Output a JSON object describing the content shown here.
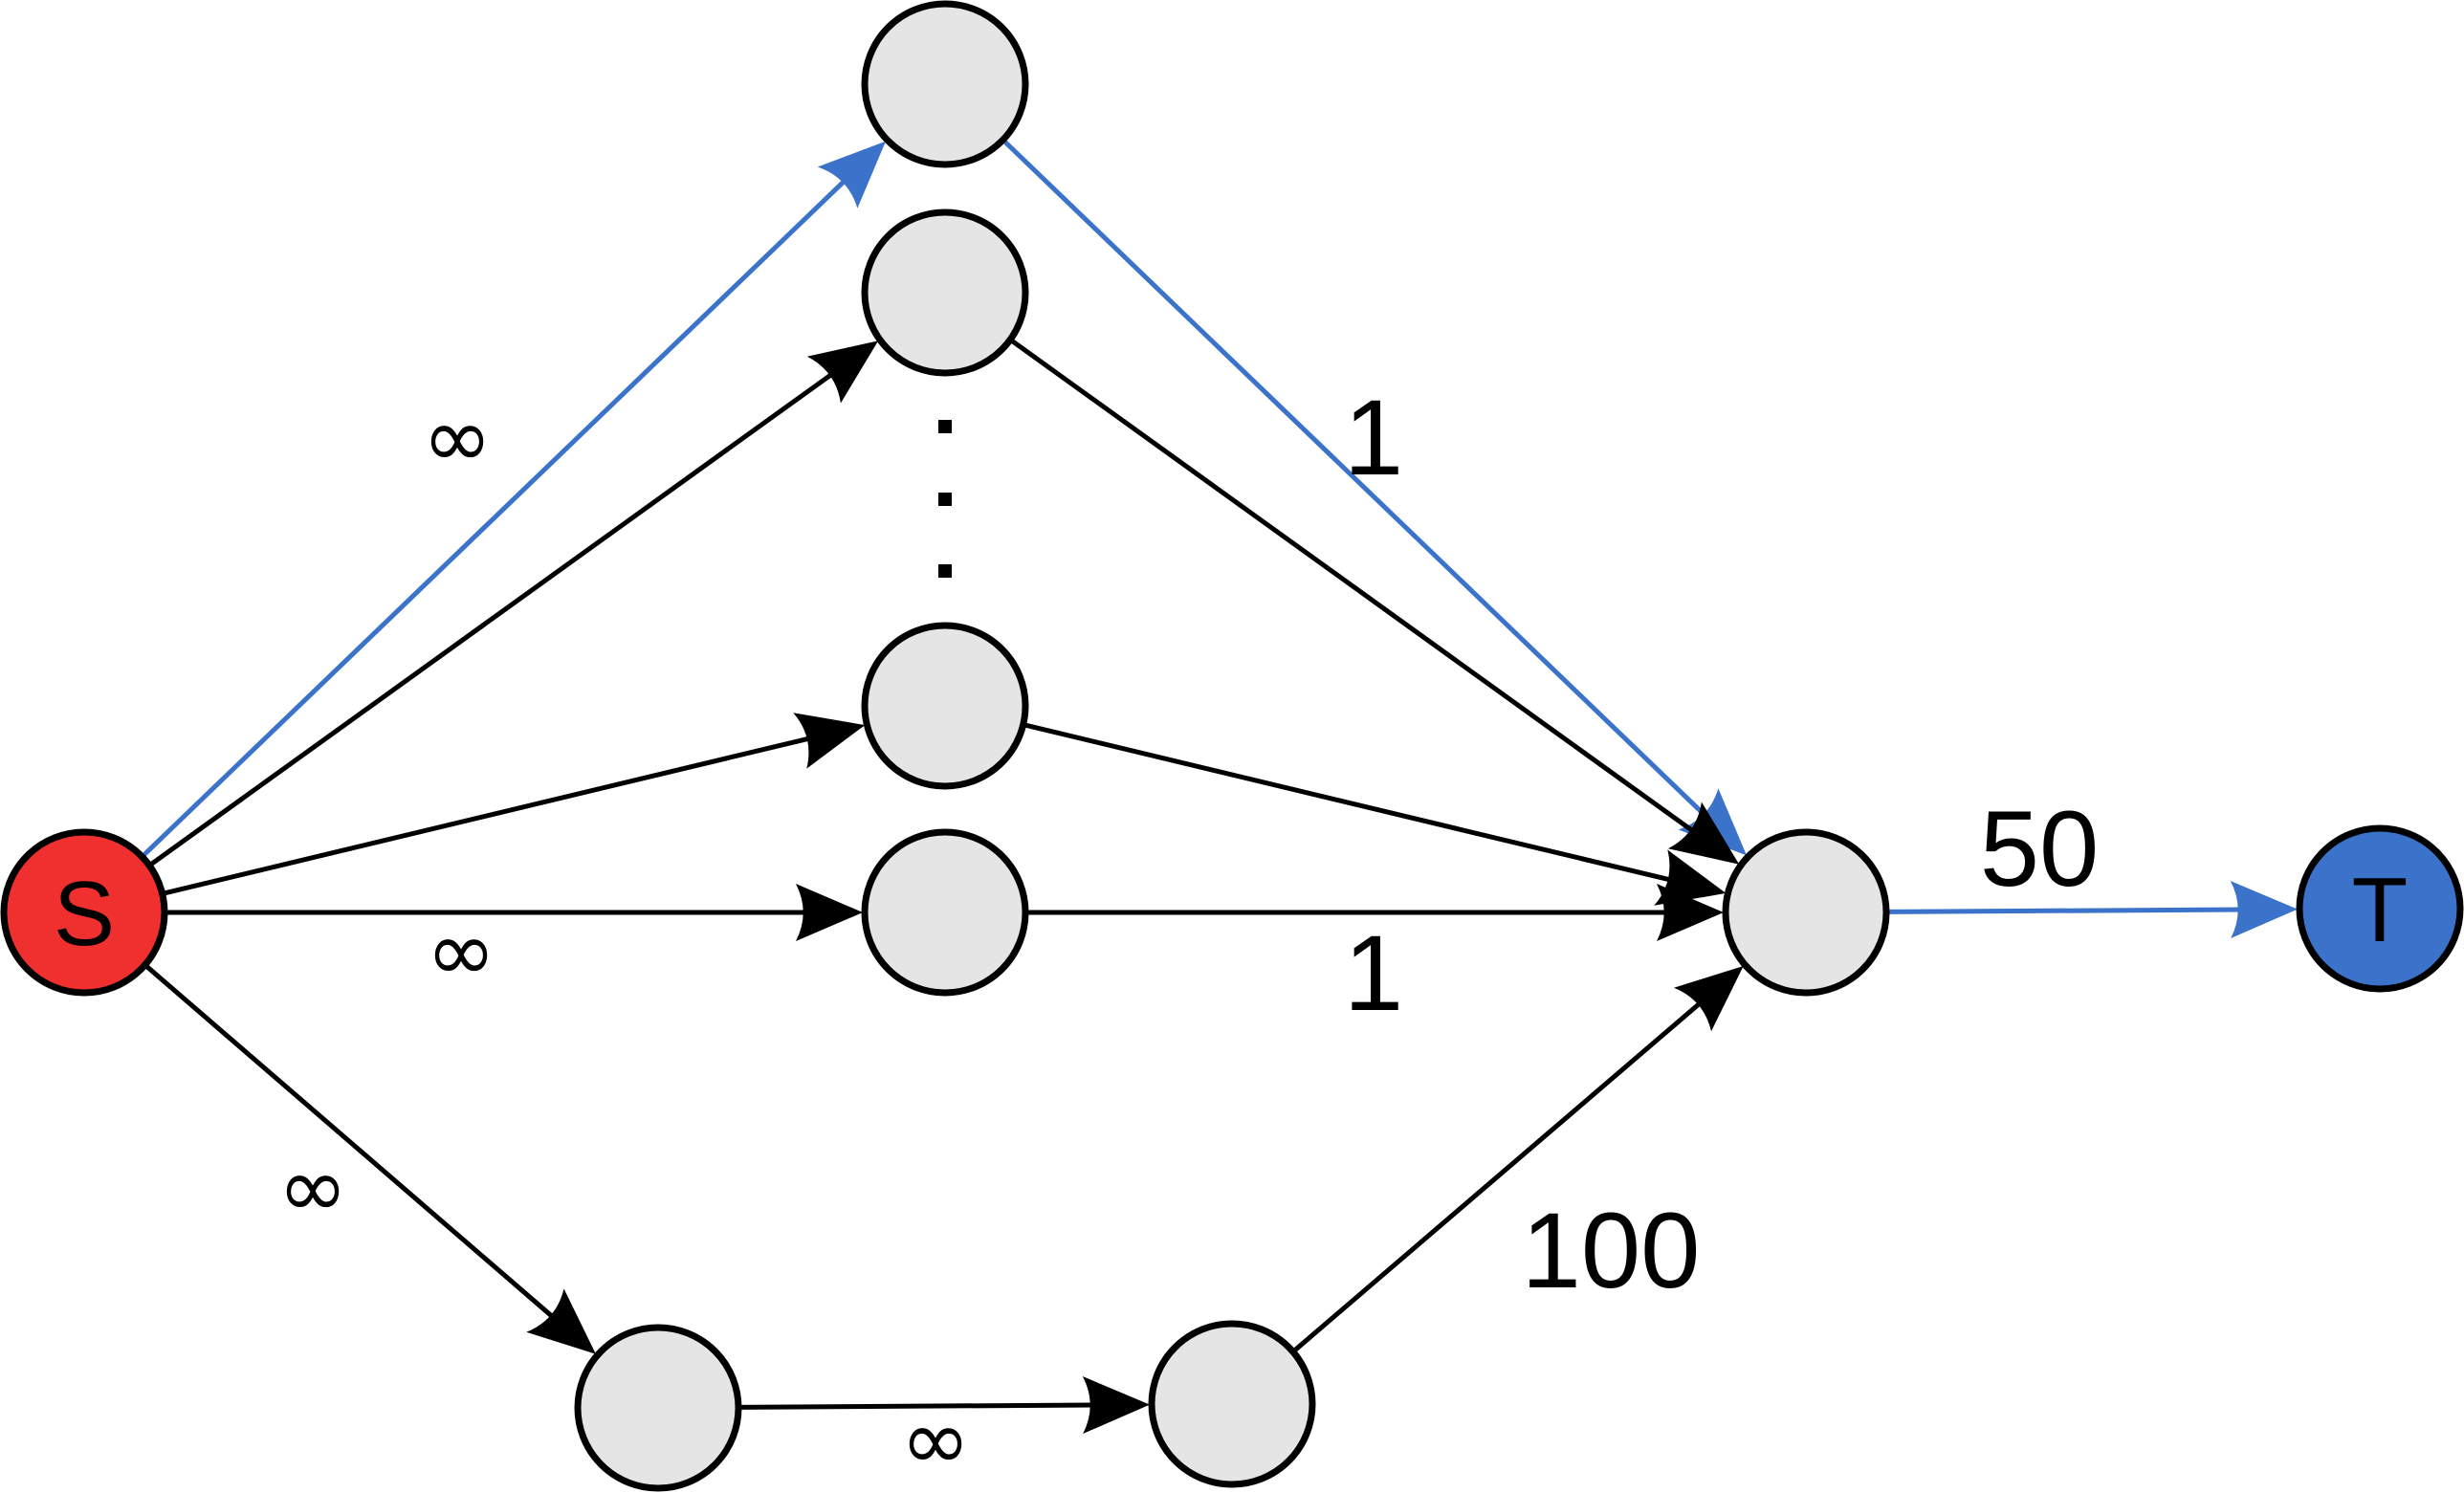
{
  "colors": {
    "source": "#f02f2f",
    "sink": "#3a73c9",
    "node": "#e5e5e5",
    "edge": "#000000",
    "highlight": "#3a73c9"
  },
  "nodes": [
    {
      "id": "s",
      "label": "S",
      "role": "source"
    },
    {
      "id": "a1",
      "label": ""
    },
    {
      "id": "a2",
      "label": ""
    },
    {
      "id": "a3",
      "label": ""
    },
    {
      "id": "a4",
      "label": ""
    },
    {
      "id": "b1",
      "label": ""
    },
    {
      "id": "b2",
      "label": ""
    },
    {
      "id": "m",
      "label": ""
    },
    {
      "id": "t",
      "label": "T",
      "role": "sink"
    }
  ],
  "edges": [
    {
      "from": "s",
      "to": "a1",
      "highlight": true
    },
    {
      "from": "s",
      "to": "a2"
    },
    {
      "from": "s",
      "to": "a3"
    },
    {
      "from": "s",
      "to": "a4"
    },
    {
      "from": "s",
      "to": "b1"
    },
    {
      "from": "b1",
      "to": "b2"
    },
    {
      "from": "a1",
      "to": "m",
      "highlight": true
    },
    {
      "from": "a2",
      "to": "m"
    },
    {
      "from": "a3",
      "to": "m"
    },
    {
      "from": "a4",
      "to": "m"
    },
    {
      "from": "b2",
      "to": "m"
    },
    {
      "from": "m",
      "to": "t",
      "highlight": true
    }
  ],
  "edge_labels": {
    "s_top": "∞",
    "s_mid": "∞",
    "s_low": "∞",
    "b_mid": "∞",
    "a1_m": "1",
    "a4_m": "1",
    "b2_m": "100",
    "m_t": "50"
  },
  "ellipsis": "⋮"
}
